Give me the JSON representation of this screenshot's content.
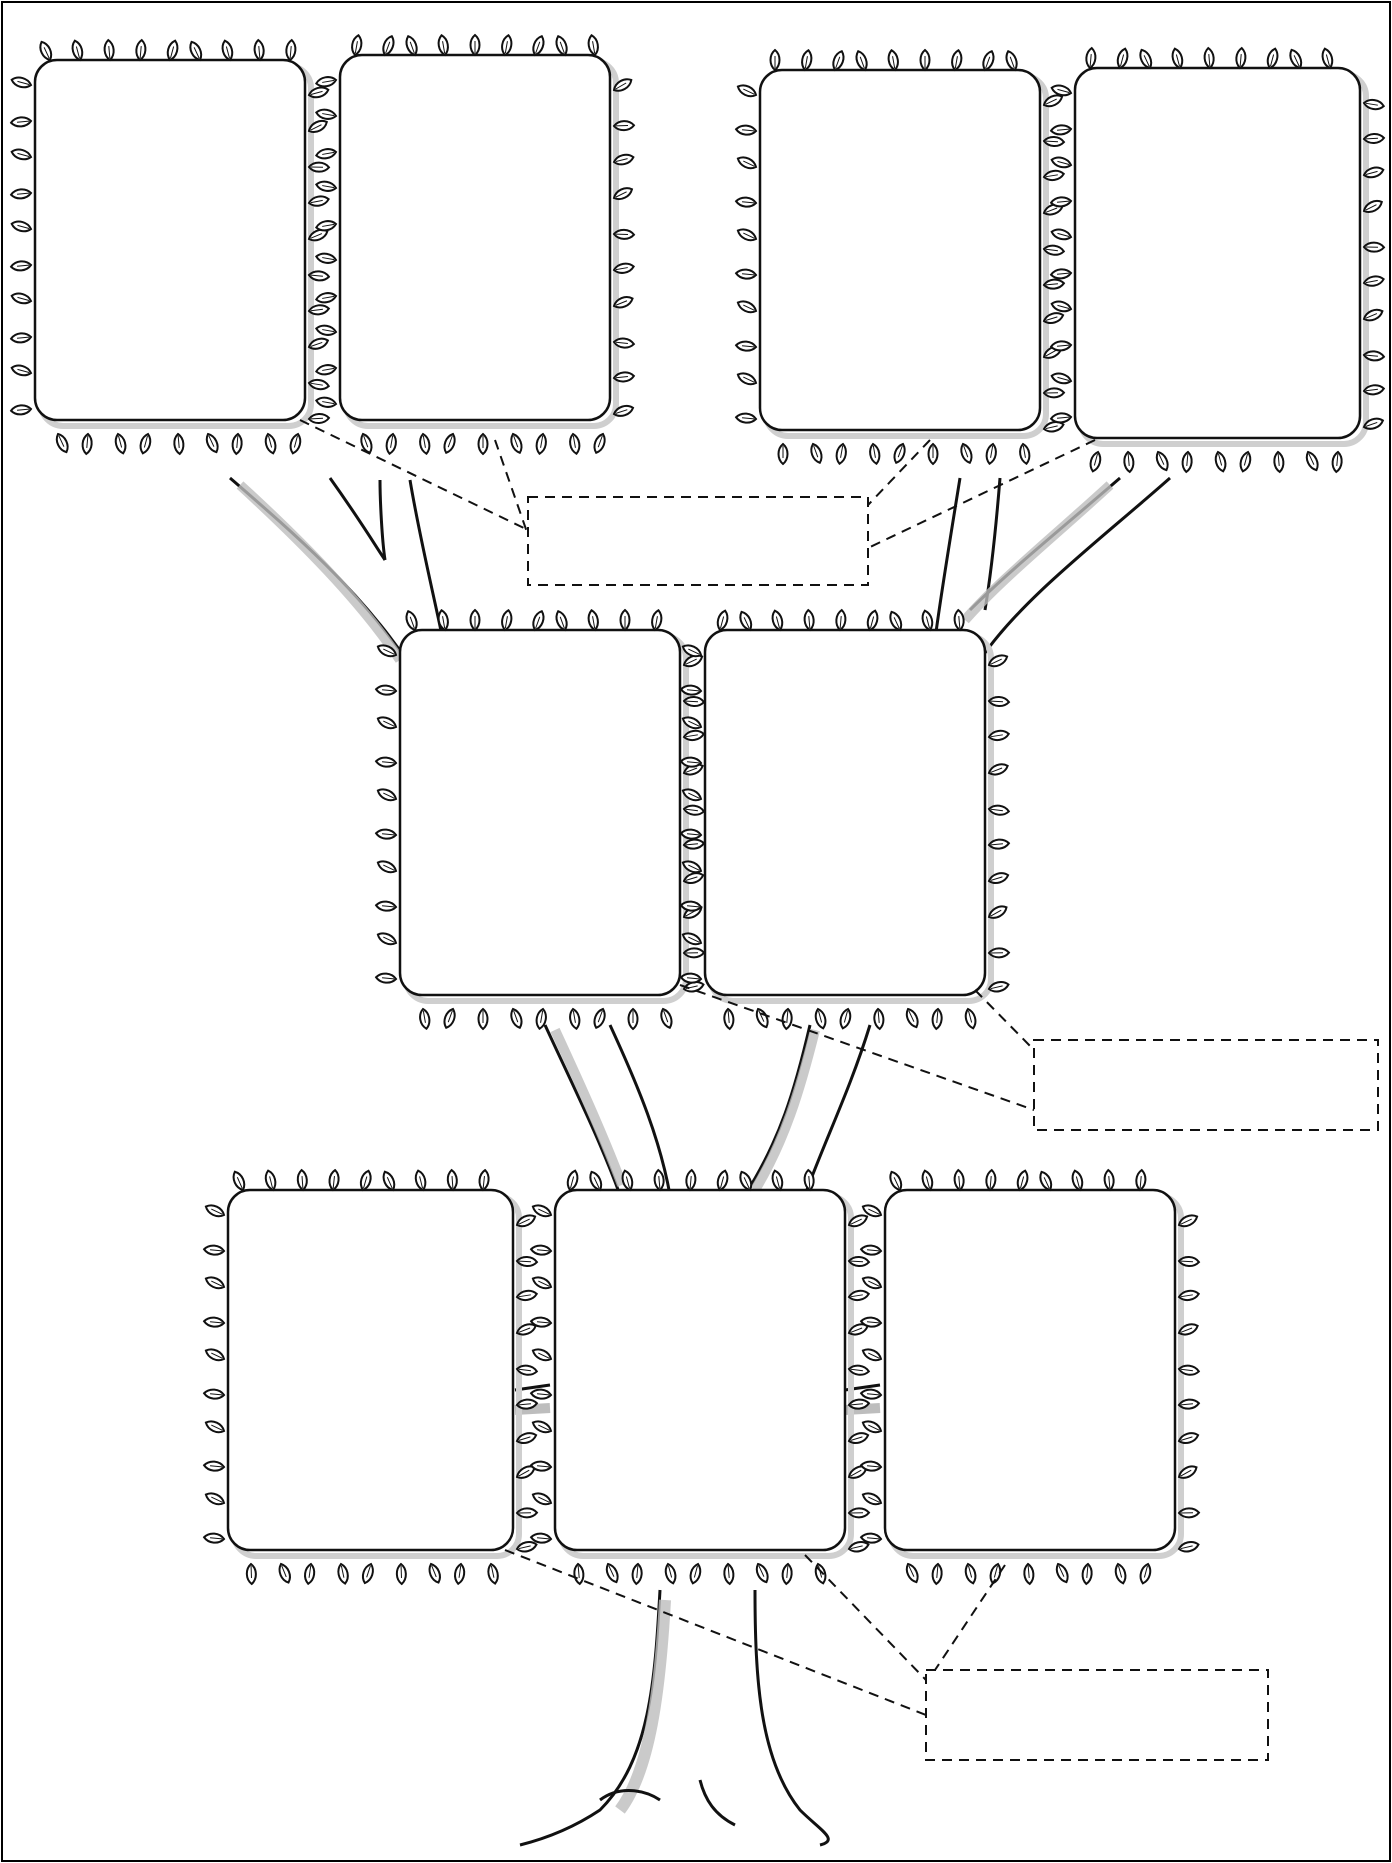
{
  "worksheet": {
    "title": "",
    "generation_labels": [
      {
        "id": "grandparents",
        "text": ""
      },
      {
        "id": "parents",
        "text": ""
      },
      {
        "id": "children",
        "text": ""
      }
    ],
    "frames": [
      {
        "id": "grandparent-1",
        "generation": "grandparents",
        "name": ""
      },
      {
        "id": "grandparent-2",
        "generation": "grandparents",
        "name": ""
      },
      {
        "id": "grandparent-3",
        "generation": "grandparents",
        "name": ""
      },
      {
        "id": "grandparent-4",
        "generation": "grandparents",
        "name": ""
      },
      {
        "id": "parent-1",
        "generation": "parents",
        "name": ""
      },
      {
        "id": "parent-2",
        "generation": "parents",
        "name": ""
      },
      {
        "id": "child-1",
        "generation": "children",
        "name": ""
      },
      {
        "id": "child-2",
        "generation": "children",
        "name": ""
      },
      {
        "id": "child-3",
        "generation": "children",
        "name": ""
      }
    ]
  },
  "colors": {
    "line": "#111111",
    "shade": "#bdbdbd",
    "border": "#000000"
  }
}
